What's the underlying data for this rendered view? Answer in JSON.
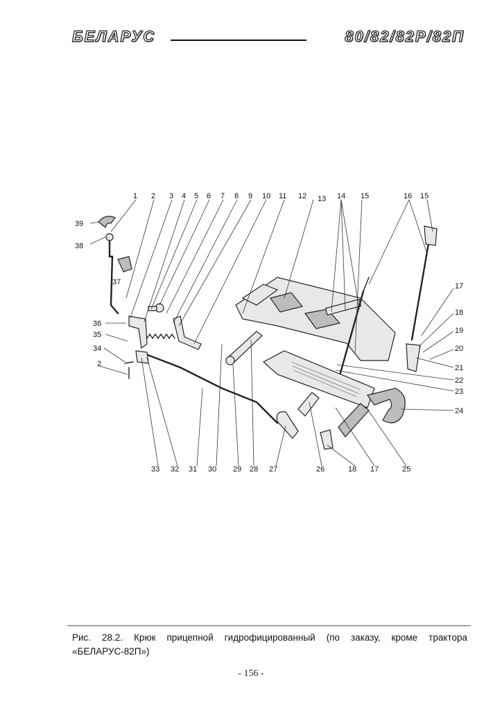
{
  "header": {
    "brand_left": "БЕЛАРУС",
    "brand_right": "80/82/82Р/82П"
  },
  "figure": {
    "callouts": [
      "1",
      "2",
      "3",
      "4",
      "5",
      "6",
      "7",
      "8",
      "9",
      "10",
      "11",
      "12",
      "13",
      "14",
      "15",
      "16",
      "15",
      "17",
      "18",
      "19",
      "20",
      "21",
      "22",
      "23",
      "24",
      "25",
      "17",
      "18",
      "26",
      "27",
      "28",
      "29",
      "30",
      "31",
      "32",
      "33",
      "2",
      "34",
      "35",
      "36",
      "37",
      "38",
      "39"
    ]
  },
  "caption": {
    "text": "Рис. 28.2. Крюк прицепной гидрофицированный (по заказу, кроме трактора «БЕЛАРУС-82П»)"
  },
  "page_number": "- 156 -"
}
